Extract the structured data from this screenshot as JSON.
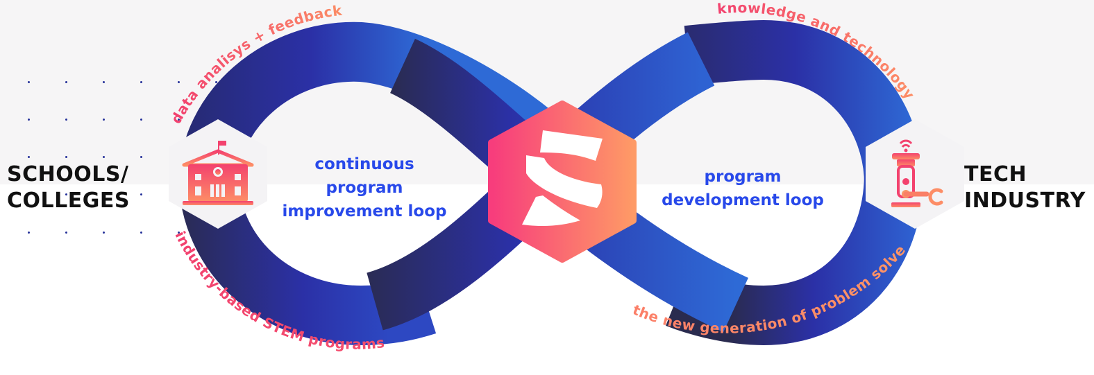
{
  "left_label": {
    "line1": "SCHOOLS/",
    "line2": "COLLEGES"
  },
  "right_label": {
    "line1": "TECH",
    "line2": "INDUSTRY"
  },
  "loops": {
    "left": {
      "line1": "continuous",
      "line2": "program",
      "line3": "improvement loop"
    },
    "right": {
      "line1": "program",
      "line2": "development loop"
    }
  },
  "flows": {
    "top_left": "data analisys + feedback",
    "bottom_left": "industry-based STEM programs",
    "top_right": "knowledge and technology",
    "bottom_right": "the new generation of problem solvers"
  },
  "icons": {
    "left": "school-building-icon",
    "center": "logo-s-icon",
    "right": "robot-arm-icon"
  },
  "colors": {
    "loop_dark": "#2a2b4f",
    "loop_indigo": "#2b30a6",
    "loop_blue": "#2e6ad6",
    "text_blue": "#2849ea",
    "pink": "#f2416f",
    "salmon": "#fb7a68",
    "orange": "#ff9466"
  }
}
